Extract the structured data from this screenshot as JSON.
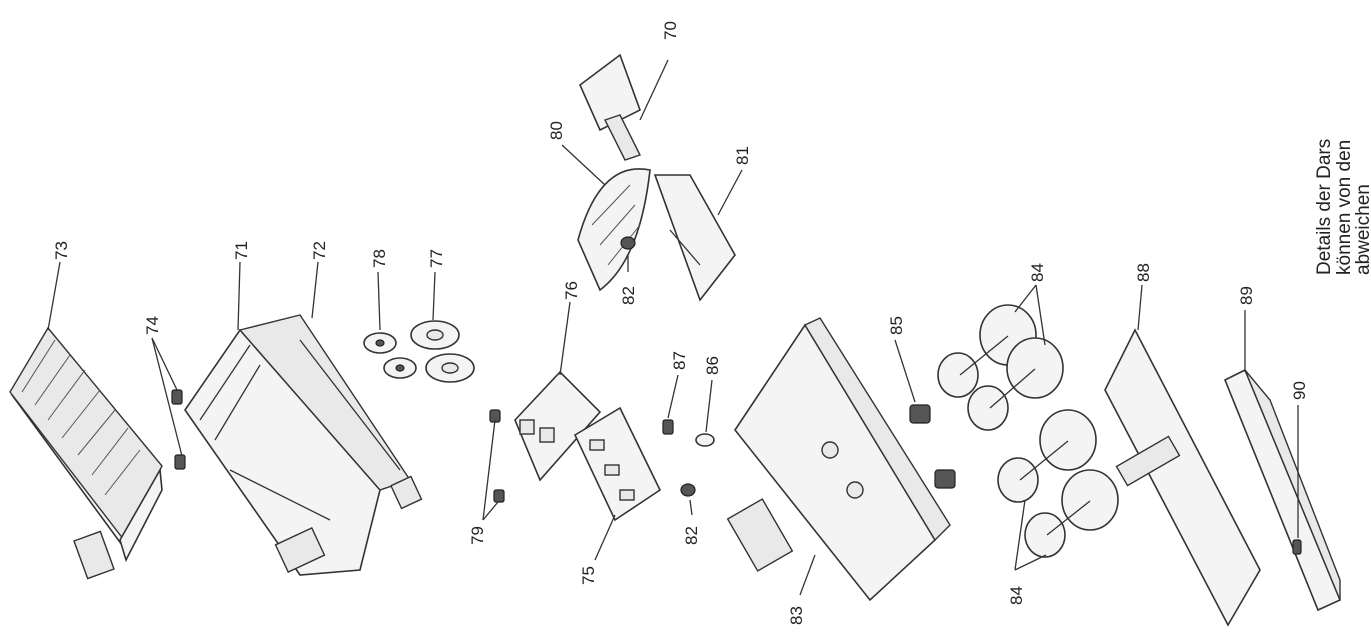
{
  "note": {
    "lines": [
      "Details der Dars",
      "können von den",
      "abweichen"
    ]
  },
  "labels": {
    "p70": "70",
    "p71": "71",
    "p72": "72",
    "p73": "73",
    "p74": "74",
    "p75": "75",
    "p76": "76",
    "p77": "77",
    "p78": "78",
    "p79": "79",
    "p80": "80",
    "p81": "81",
    "p82a": "82",
    "p82b": "82",
    "p83": "83",
    "p84a": "84",
    "p84b": "84",
    "p85": "85",
    "p86": "86",
    "p87": "87",
    "p88": "88",
    "p89": "89",
    "p90": "90"
  }
}
